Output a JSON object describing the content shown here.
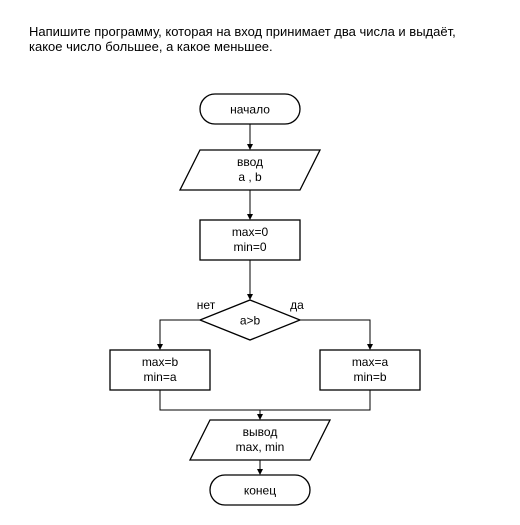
{
  "task": {
    "text": "Напишите программу, которая на вход принимает два числа и выдаёт,\n какое число большее, а какое меньшее."
  },
  "flowchart": {
    "start": "начало",
    "input": {
      "line1": "ввод",
      "line2": "a , b"
    },
    "init": {
      "line1": "max=0",
      "line2": "min=0"
    },
    "condition": "a>b",
    "branch_no": "нет",
    "branch_yes": "да",
    "no_block": {
      "line1": "max=b",
      "line2": "min=a"
    },
    "yes_block": {
      "line1": "max=a",
      "line2": "min=b"
    },
    "output": {
      "line1": "вывод",
      "line2": "max, min"
    },
    "end": "конец"
  }
}
